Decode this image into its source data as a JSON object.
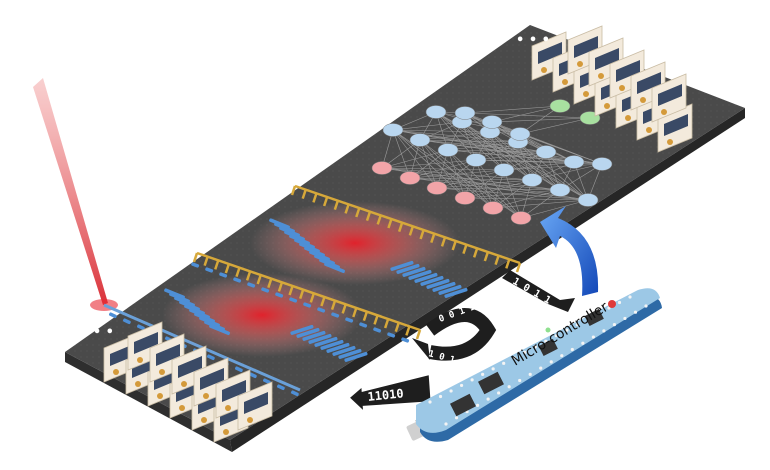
{
  "controller": {
    "label": "Micro-controller",
    "board_color": "#9cc8e6",
    "chip_color": "#333333"
  },
  "bit_streams": {
    "input_bits": "11010",
    "loop_bits_top": "0 0 1 1",
    "loop_bits_bottom": "1 0 1 0 1",
    "feedback_bits": "1 0 1 1"
  },
  "ellipses": {
    "top_right": "• • •",
    "bottom_left": "• • •"
  },
  "colors": {
    "platform": "#4a4a4a",
    "laser": "#e03a3a",
    "node_blue": "#b9d6ef",
    "node_pink": "#f2a4a8",
    "node_green": "#a8e0a0",
    "feedback_arrow": "#1f6fe0",
    "gold": "#d6a83a",
    "waveguide_blue": "#4e8fd6"
  }
}
